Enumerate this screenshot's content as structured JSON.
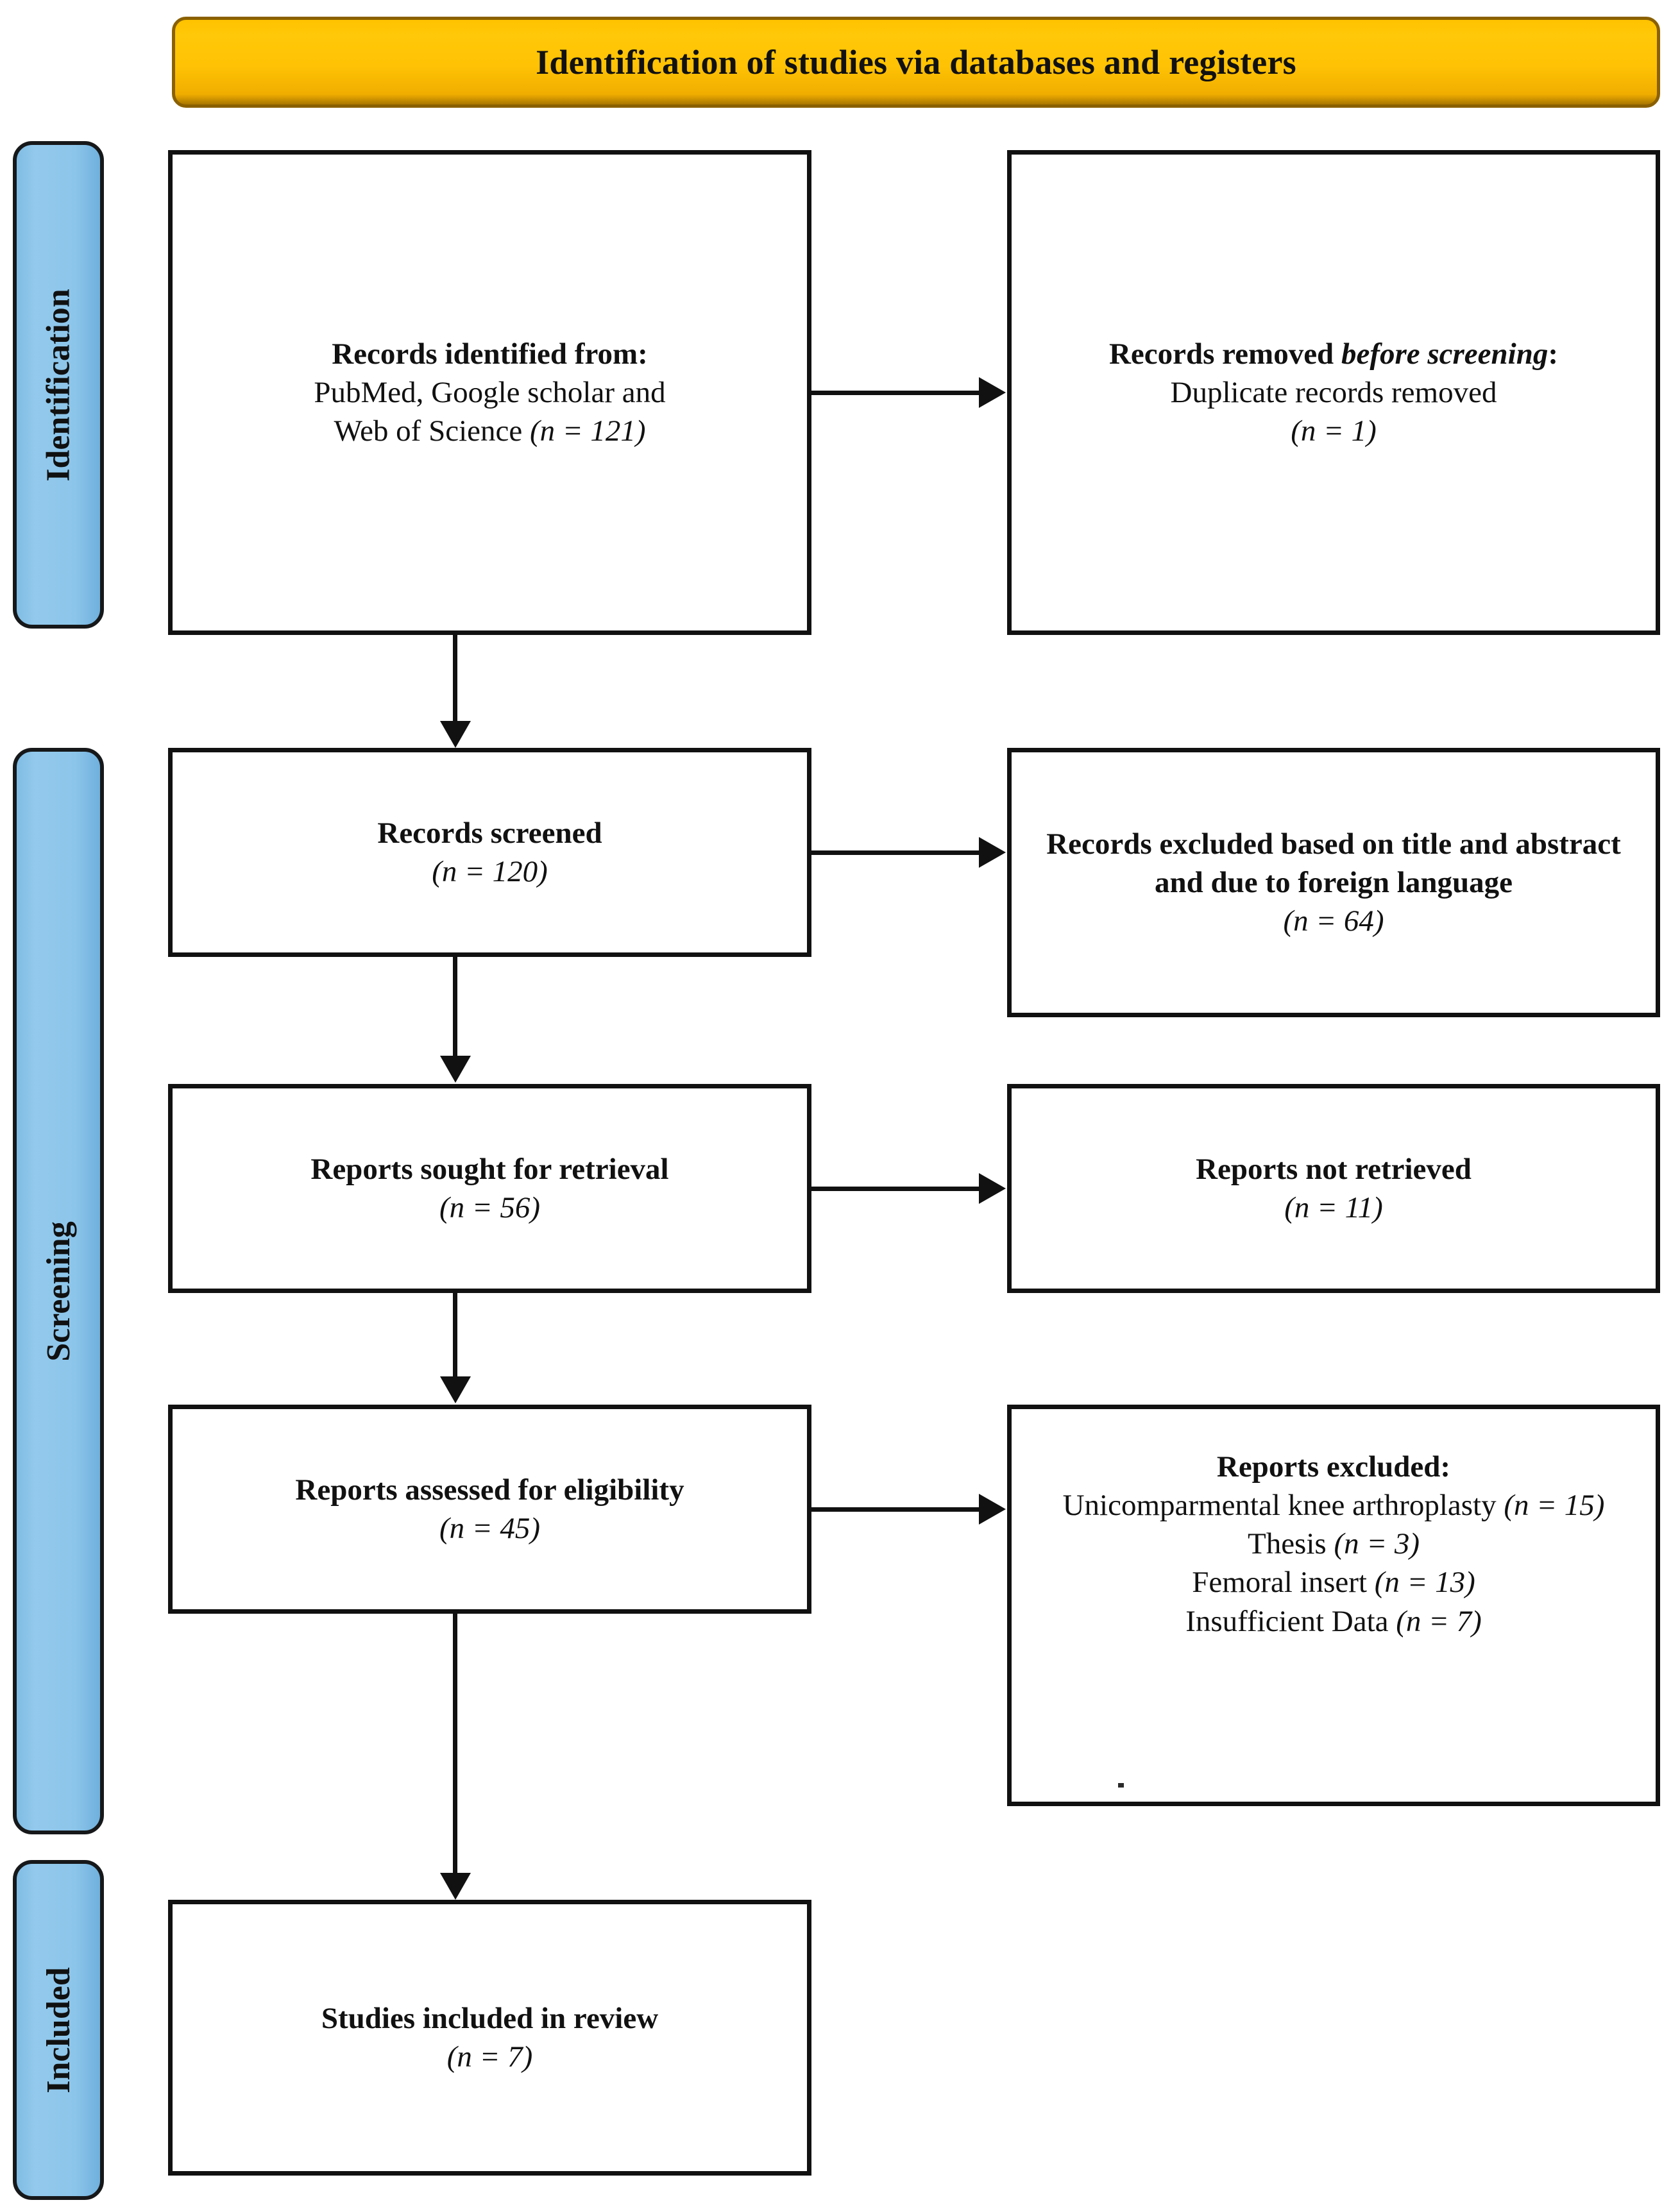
{
  "header": {
    "title": "Identification of studies via databases and registers",
    "background_color": "#FFC200",
    "border_color": "#8A6000"
  },
  "stages": {
    "accent_color": "#8CC5EA",
    "items": [
      {
        "id": "identification",
        "label": "Identification"
      },
      {
        "id": "screening",
        "label": "Screening"
      },
      {
        "id": "included",
        "label": "Included"
      }
    ]
  },
  "boxes": {
    "identified": {
      "heading": "Records identified from:",
      "line2": "PubMed, Google scholar and",
      "line3": "Web of Science",
      "count": "(n = 121)"
    },
    "removed": {
      "heading_plain": "Records removed ",
      "heading_italic": "before screening",
      "heading_tail": ":",
      "line2": "Duplicate records removed",
      "count": "(n = 1)"
    },
    "screened": {
      "heading": "Records screened",
      "count": "(n = 120)"
    },
    "excluded_records": {
      "heading": "Records excluded based on title and abstract and due to foreign language",
      "count": "(n = 64)"
    },
    "sought": {
      "heading": "Reports sought for retrieval",
      "count": "(n = 56)"
    },
    "not_retrieved": {
      "heading": "Reports not retrieved",
      "count": "(n = 11)"
    },
    "assessed": {
      "heading": "Reports assessed for eligibility",
      "count": "(n = 45)"
    },
    "reports_excluded": {
      "heading": "Reports excluded:",
      "reasons": [
        {
          "label": "Unicomparmental knee arthroplasty",
          "count": "(n = 15)"
        },
        {
          "label": "Thesis",
          "count": "(n = 3)"
        },
        {
          "label": "Femoral insert",
          "count": "(n = 13)"
        },
        {
          "label": "Insufficient Data",
          "count": "(n = 7)"
        }
      ]
    },
    "included": {
      "heading": "Studies included in review",
      "count": "(n = 7)"
    }
  },
  "chart_data": {
    "type": "diagram",
    "title": "Identification of studies via databases and registers",
    "flow": [
      {
        "stage": "Identification",
        "node": "Records identified from: PubMed, Google scholar and Web of Science",
        "n": 121
      },
      {
        "stage": "Identification",
        "node": "Records removed before screening: Duplicate records removed",
        "n": 1
      },
      {
        "stage": "Screening",
        "node": "Records screened",
        "n": 120
      },
      {
        "stage": "Screening",
        "node": "Records excluded based on title and abstract and due to foreign language",
        "n": 64
      },
      {
        "stage": "Screening",
        "node": "Reports sought for retrieval",
        "n": 56
      },
      {
        "stage": "Screening",
        "node": "Reports not retrieved",
        "n": 11
      },
      {
        "stage": "Screening",
        "node": "Reports assessed for eligibility",
        "n": 45
      },
      {
        "stage": "Screening",
        "node": "Reports excluded: Unicomparmental knee arthroplasty",
        "n": 15
      },
      {
        "stage": "Screening",
        "node": "Reports excluded: Thesis",
        "n": 3
      },
      {
        "stage": "Screening",
        "node": "Reports excluded: Femoral insert",
        "n": 13
      },
      {
        "stage": "Screening",
        "node": "Reports excluded: Insufficient Data",
        "n": 7
      },
      {
        "stage": "Included",
        "node": "Studies included in review",
        "n": 7
      }
    ]
  }
}
